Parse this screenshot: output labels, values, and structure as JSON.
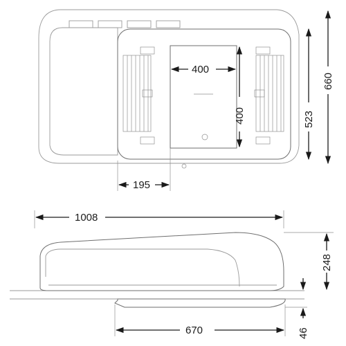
{
  "diagram": {
    "top_view": {
      "dim_cutout_width": "400",
      "dim_cutout_height": "400",
      "dim_offset": "195",
      "dim_inner_height": "523",
      "dim_total_depth": "660"
    },
    "side_view": {
      "dim_total_length": "1008",
      "dim_height": "248",
      "dim_inner_frame_length": "670",
      "dim_inner_frame_height": "46"
    }
  }
}
